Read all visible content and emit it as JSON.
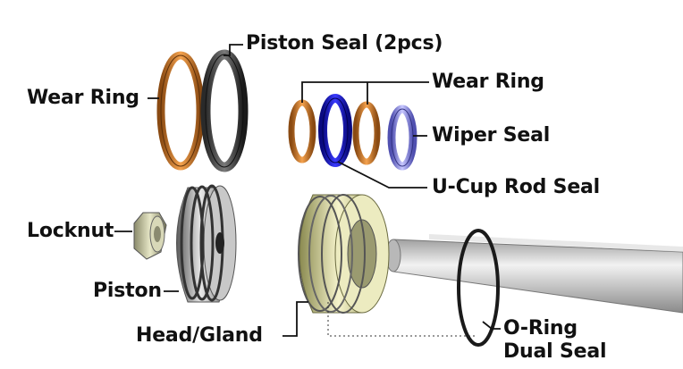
{
  "labels": {
    "piston_seal": "Piston Seal (2pcs)",
    "wear_ring_left": "Wear Ring",
    "wear_ring_right": "Wear Ring",
    "wiper_seal": "Wiper Seal",
    "u_cup_rod_seal": "U-Cup Rod Seal",
    "locknut": "Locknut",
    "piston": "Piston",
    "head_gland": "Head/Gland",
    "o_ring": "O-Ring",
    "dual_seal": "Dual Seal"
  },
  "colors": {
    "wear_ring": "#d2782a",
    "piston_seal": "#3a3a3a",
    "u_cup": "#2a2ad8",
    "wiper": "#8a8ae8",
    "locknut": "#cfcfa8",
    "piston": "#9a9a9a",
    "gland": "#e4e2b0",
    "rod": "#c8c8c8",
    "o_ring": "#1a1a1a",
    "leader": "#111111"
  }
}
